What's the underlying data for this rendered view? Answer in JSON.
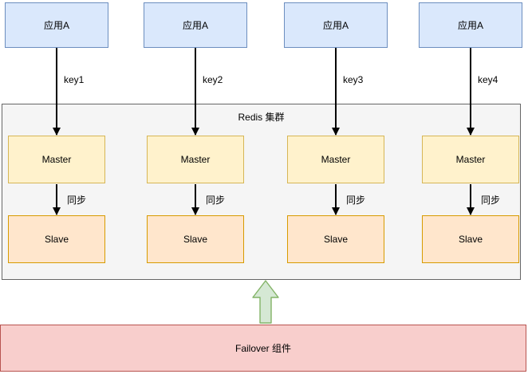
{
  "diagram": {
    "cluster_label": "Redis 集群",
    "failover_label": "Failover 组件",
    "columns": [
      {
        "app_label": "应用A",
        "key_label": "key1",
        "master_label": "Master",
        "sync_label": "同步",
        "slave_label": "Slave"
      },
      {
        "app_label": "应用A",
        "key_label": "key2",
        "master_label": "Master",
        "sync_label": "同步",
        "slave_label": "Slave"
      },
      {
        "app_label": "应用A",
        "key_label": "key3",
        "master_label": "Master",
        "sync_label": "同步",
        "slave_label": "Slave"
      },
      {
        "app_label": "应用A",
        "key_label": "key4",
        "master_label": "Master",
        "sync_label": "同步",
        "slave_label": "Slave"
      }
    ],
    "colors": {
      "app_fill": "#dae8fc",
      "app_border": "#6c8ebf",
      "master_fill": "#fff2cc",
      "master_border": "#d6b656",
      "slave_fill": "#ffe6cc",
      "slave_border": "#d79b00",
      "cluster_fill": "#f5f5f5",
      "cluster_border": "#666666",
      "failover_fill": "#f8cecc",
      "failover_border": "#b85450",
      "up_arrow_fill": "#d5e8d4",
      "up_arrow_border": "#82b366",
      "arrow_color": "#000000"
    }
  }
}
